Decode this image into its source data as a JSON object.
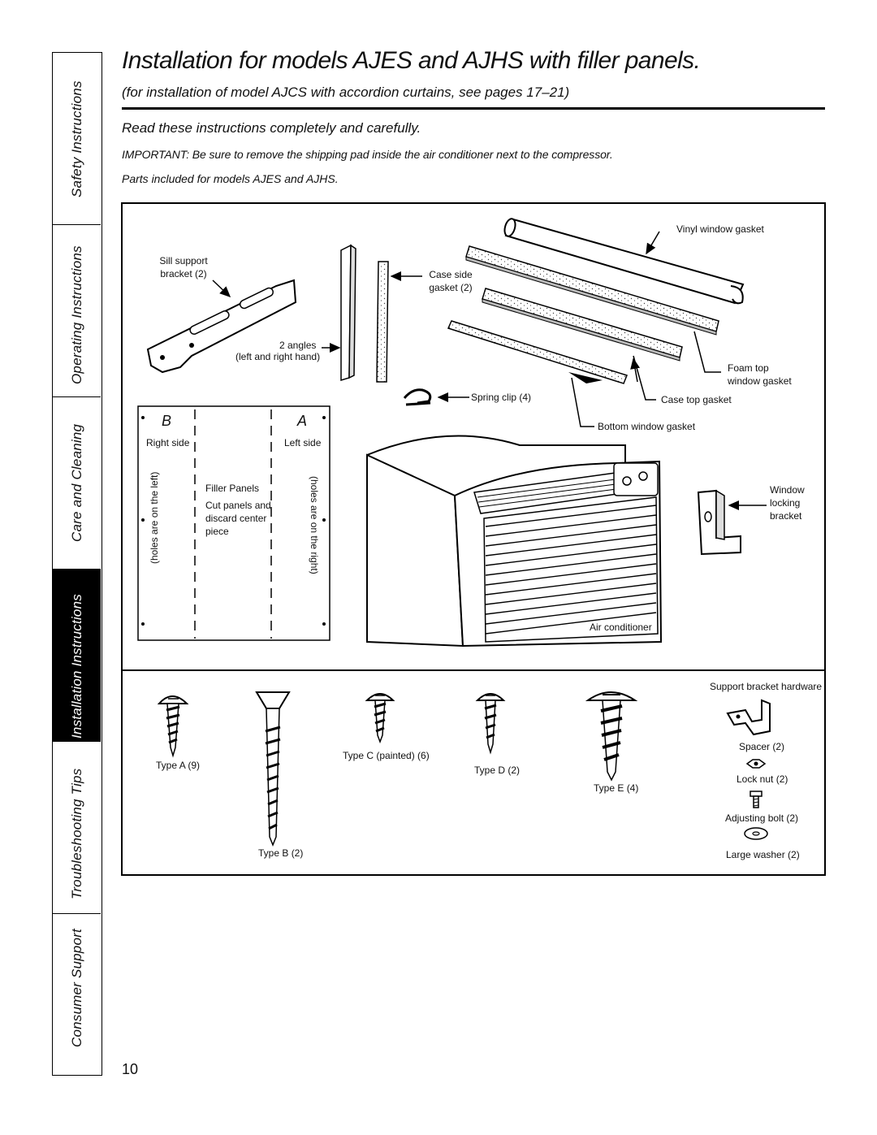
{
  "sidebar": {
    "tabs": [
      {
        "label": "Safety Instructions"
      },
      {
        "label": "Operating Instructions"
      },
      {
        "label": "Care and Cleaning"
      },
      {
        "label": "Installation Instructions"
      },
      {
        "label": "Troubleshooting Tips"
      },
      {
        "label": "Consumer Support"
      }
    ]
  },
  "header": {
    "title": "Installation for models AJES and AJHS    with filler panels.",
    "subtitle": "(for installation of model AJCS    with accordion curtains, see pages 17–21)",
    "read_instructions": "Read these instructions completely and carefully.",
    "important": "IMPORTANT: Be sure to remove the shipping pad inside the air conditioner next to the compressor.",
    "parts_intro": "Parts included for models AJES and AJHS."
  },
  "parts_top": {
    "vinyl_gasket": "Vinyl window gasket",
    "sill_support_1": "Sill support",
    "sill_support_2": "bracket (2)",
    "case_side_1": "Case side",
    "case_side_2": "gasket (2)",
    "angles_1": "2 angles",
    "angles_2": "(left and right hand)",
    "foam_top_1": "Foam top",
    "foam_top_2": "window gasket",
    "spring_clip": "Spring clip (4)",
    "case_top": "Case top gasket",
    "bottom_gasket": "Bottom window gasket",
    "air_conditioner": "Air conditioner",
    "window_lock_1": "Window",
    "window_lock_2": "locking",
    "window_lock_3": "bracket"
  },
  "filler_panel": {
    "letter_b": "B",
    "letter_a": "A",
    "right_side": "Right side",
    "left_side": "Left side",
    "holes_left": "(holes are on the left)",
    "holes_right": "(holes are on the right)",
    "title": "Filler Panels",
    "note_1": "Cut panels and",
    "note_2": "discard center",
    "note_3": "piece"
  },
  "hardware": {
    "type_a": "Type A (9)",
    "type_b": "Type B (2)",
    "type_c": "Type C (painted) (6)",
    "type_d": "Type D (2)",
    "type_e": "Type E (4)",
    "support_title": "Support bracket hardware",
    "spacer": "Spacer (2)",
    "lock_nut": "Lock nut (2)",
    "adjusting_bolt": "Adjusting bolt (2)",
    "large_washer": "Large washer (2)"
  },
  "footer": {
    "page_number": "10"
  }
}
